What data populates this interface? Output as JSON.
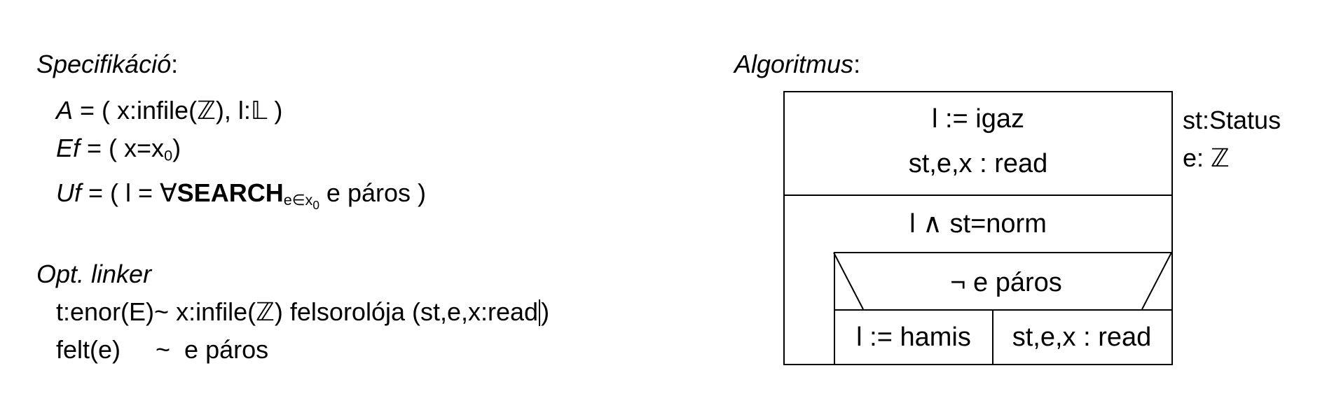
{
  "spec": {
    "heading": "Specifikáció",
    "heading_colon": ":",
    "A_label": "A",
    "A_rest": " = ( x:infile(ℤ), l:𝕃 )",
    "Ef_label": "Ef",
    "Ef_rest": " = ( x=x",
    "Ef_sub": "0",
    "Ef_end": ")",
    "Uf_label": "Uf",
    "Uf_rest": " = ( l = ∀",
    "Uf_bold": "SEARCH",
    "Uf_sub": "e∈x",
    "Uf_subsub": "0",
    "Uf_end": "  e páros )"
  },
  "linker": {
    "heading": "Opt. linker",
    "line1_a": "t:enor(E)~ x:infile(ℤ) felsorolója (st,e,x:read",
    "line1_b": ")",
    "line2": "felt(e)     ~  e páros"
  },
  "algorithm": {
    "heading": "Algoritmus",
    "heading_colon": ":",
    "init1": "l := igaz",
    "init2": "st,e,x : read",
    "loop_cond": "l ∧ st=norm",
    "if_cond": "¬ e páros",
    "then_branch": "l := hamis",
    "else_branch": "st,e,x : read",
    "vars": [
      "st:Status",
      "e: ℤ"
    ]
  }
}
